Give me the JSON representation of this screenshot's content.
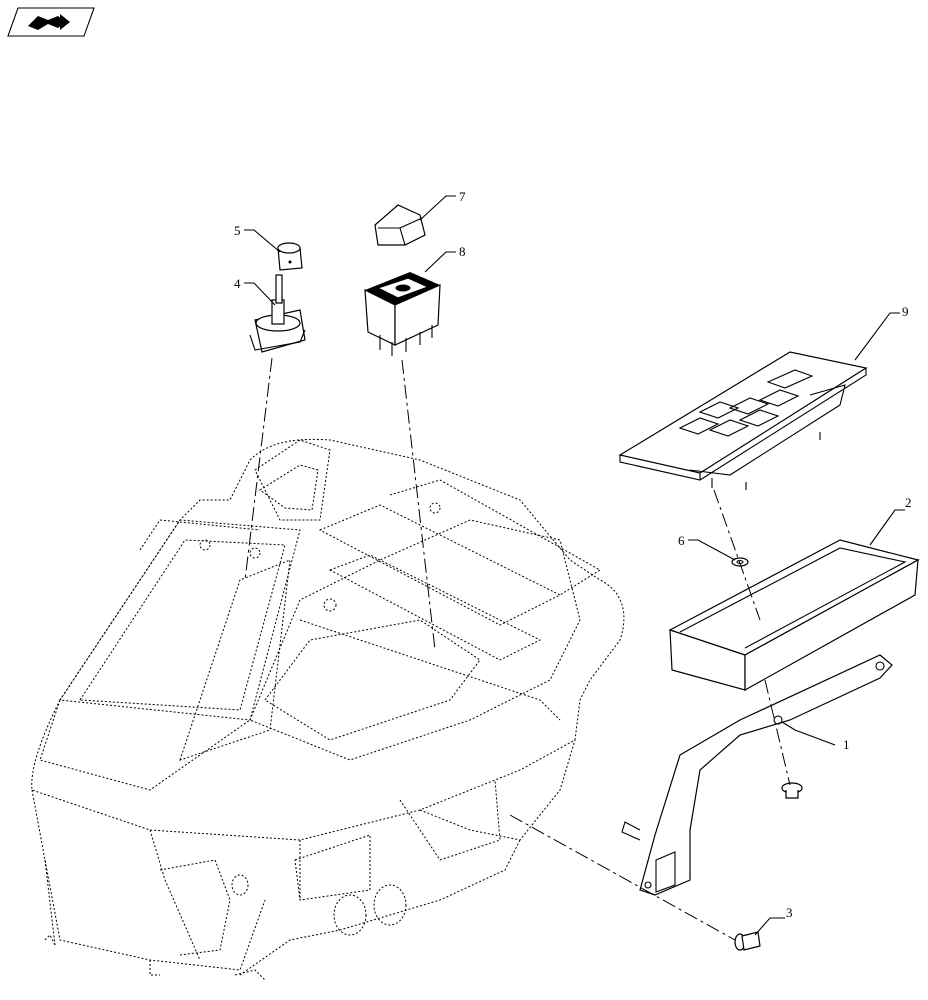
{
  "nav": {
    "icon": "return-arrow-icon"
  },
  "callouts": [
    {
      "id": "c1",
      "label": "1"
    },
    {
      "id": "c2",
      "label": "2"
    },
    {
      "id": "c3",
      "label": "3"
    },
    {
      "id": "c4",
      "label": "4"
    },
    {
      "id": "c5",
      "label": "5"
    },
    {
      "id": "c6",
      "label": "6"
    },
    {
      "id": "c7",
      "label": "7"
    },
    {
      "id": "c8",
      "label": "8"
    },
    {
      "id": "c9",
      "label": "9"
    }
  ],
  "colors": {
    "line": "#000000",
    "background": "#ffffff"
  }
}
